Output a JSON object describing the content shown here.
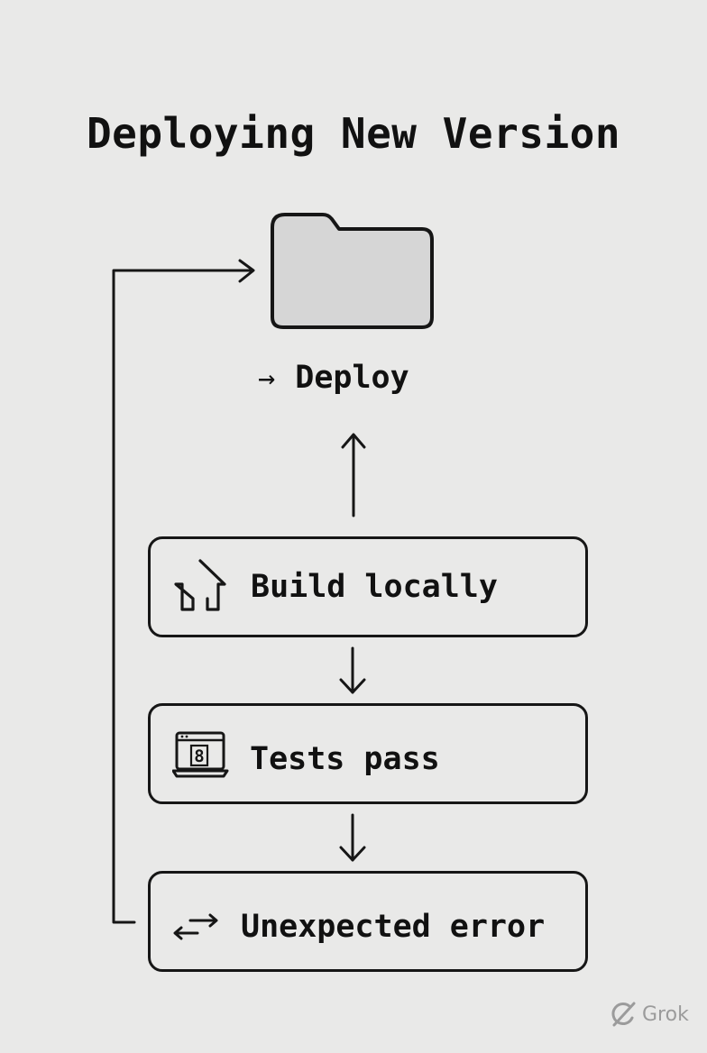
{
  "title": "Deploying New Version",
  "deploy": {
    "label": "Deploy",
    "arrow_glyph": "→",
    "icon": "folder-icon"
  },
  "steps": [
    {
      "label": "Build locally",
      "icon": "house-icon"
    },
    {
      "label": "Tests pass",
      "icon": "laptop-test-icon"
    },
    {
      "label": "Unexpected error",
      "icon": "swap-arrows-icon"
    }
  ],
  "watermark": {
    "text": "Grok",
    "icon": "grok-logo-icon"
  },
  "colors": {
    "background": "#e9e9e8",
    "stroke": "#161616",
    "folder_fill": "#d6d6d6",
    "watermark": "#9b9b9b"
  }
}
